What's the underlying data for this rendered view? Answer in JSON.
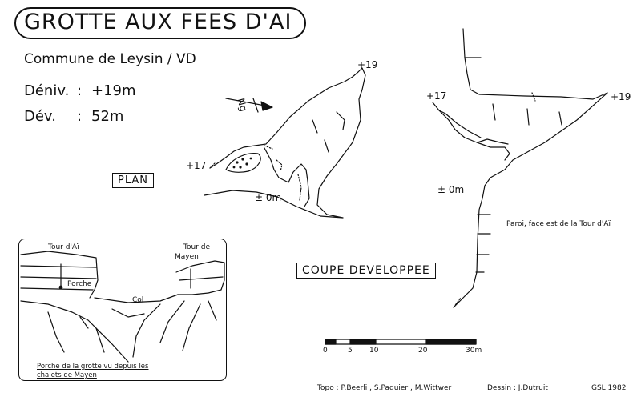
{
  "header": {
    "title": "GROTTE AUX FEES D'AI",
    "commune": "Commune de Leysin / VD"
  },
  "stats": {
    "deniv_label": "Déniv.",
    "deniv_sep": ":",
    "deniv_value": "+19m",
    "dev_label": "Dév.",
    "dev_sep": ":",
    "dev_value": "52m"
  },
  "plan": {
    "label": "PLAN",
    "north_label": "Ng",
    "elev_17": "+17",
    "elev_19": "+19",
    "elev_0": "± 0m"
  },
  "coupe": {
    "label": "COUPE DEVELOPPEE",
    "elev_17": "+17",
    "elev_19": "+19",
    "elev_0": "± 0m",
    "wall_note": "Paroi, face est de la Tour d'Aï"
  },
  "inset": {
    "tour_ai": "Tour d'Aï",
    "tour_mayen_1": "Tour de",
    "tour_mayen_2": "Mayen",
    "porche": "Porche",
    "col": "Col",
    "caption_1": "Porche de la grotte vu depuis les",
    "caption_2": "chalets de Mayen"
  },
  "scale": {
    "ticks": [
      "0",
      "5",
      "10",
      "20",
      "30m"
    ]
  },
  "credits": {
    "topo": "Topo : P.Beerli , S.Paquier , M.Wittwer",
    "dessin": "Dessin : J.Dutruit",
    "gsl": "GSL 1982"
  }
}
